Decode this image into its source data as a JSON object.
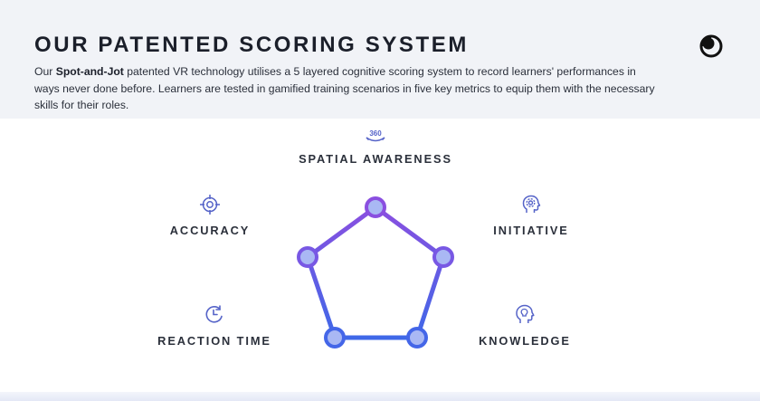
{
  "header": {
    "title": "OUR PATENTED SCORING SYSTEM",
    "intro_prefix": "Our ",
    "intro_brand": "Spot-and-Jot",
    "intro_rest": " patented VR technology utilises a 5 layered cognitive scoring system to record learners' performances in ways never done before. Learners are tested in gamified training scenarios in five key metrics to equip them with the necessary skills for their roles."
  },
  "metrics": {
    "spatial": {
      "label": "SPATIAL AWARENESS",
      "icon": "360-rotate-icon",
      "icon_text": "360"
    },
    "accuracy": {
      "label": "ACCURACY",
      "icon": "target-icon"
    },
    "initiative": {
      "label": "INITIATIVE",
      "icon": "head-gear-icon"
    },
    "reaction": {
      "label": "REACTION TIME",
      "icon": "clock-icon"
    },
    "knowledge": {
      "label": "KNOWLEDGE",
      "icon": "head-lightbulb-icon"
    }
  },
  "colors": {
    "accent_top": "#8a4fe0",
    "accent_bottom": "#3f68e8",
    "icon": "#5563c8",
    "node_fill": "#a9b8f4"
  }
}
